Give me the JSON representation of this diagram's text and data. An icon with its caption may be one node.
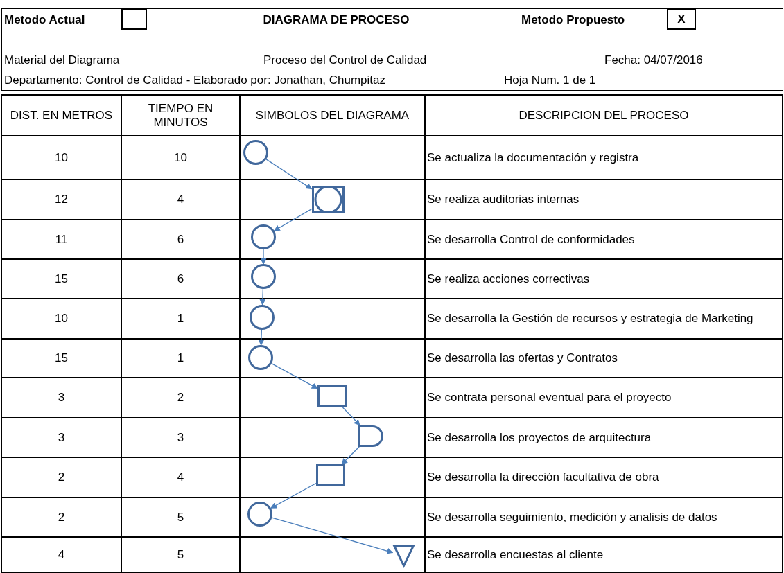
{
  "diagram": {
    "title": "DIAGRAMA DE PROCESO",
    "nodes": [
      {
        "text": [],
        "shape": "circle"
      },
      {
        "text": [],
        "shape": "combined"
      },
      {
        "text": [],
        "shape": "circle"
      },
      {
        "text": [],
        "shape": "circle"
      },
      {
        "text": [],
        "shape": "circle"
      },
      {
        "text": [],
        "shape": "circle"
      },
      {
        "text": [],
        "shape": "box"
      },
      {
        "text": [],
        "shape": "delay"
      },
      {
        "text": [],
        "shape": "box"
      },
      {
        "text": [],
        "shape": "circle"
      },
      {
        "text": [],
        "shape": "triangle"
      }
    ],
    "edges": [
      {
        "from": 0,
        "to": 1,
        "arrow": "to"
      },
      {
        "from": 1,
        "to": 2,
        "arrow": "to"
      },
      {
        "from": 2,
        "to": 3,
        "arrow": "to"
      },
      {
        "from": 3,
        "to": 4,
        "arrow": "to"
      },
      {
        "from": 4,
        "to": 5,
        "arrow": "to"
      },
      {
        "from": 5,
        "to": 6,
        "arrow": "to"
      },
      {
        "from": 6,
        "to": 7,
        "arrow": "to"
      },
      {
        "from": 7,
        "to": 8,
        "arrow": "to"
      },
      {
        "from": 8,
        "to": 9,
        "arrow": "to"
      },
      {
        "from": 9,
        "to": 10,
        "arrow": "to"
      }
    ],
    "labels": [
      "Metodo Actual",
      "Metodo Propuesto",
      "X",
      "Material del Diagrama",
      "Proceso del Control de Calidad",
      "Fecha: 04/07/2016",
      "Departamento: Control de Calidad - Elaborado por: Jonathan, Chumpitaz",
      "Hoja Num. 1 de 1",
      "DIST. EN METROS",
      "TIEMPO EN MINUTOS",
      "SIMBOLOS DEL DIAGRAMA",
      "DESCRIPCION DEL PROCESO",
      "10",
      "10",
      "Se actualiza la documentación y registra",
      "12",
      "4",
      "Se realiza auditorias internas",
      "11",
      "6",
      "Se desarrolla Control de conformidades",
      "15",
      "6",
      "Se realiza acciones correctivas",
      "10",
      "1",
      "Se desarrolla la Gestión de recursos y estrategia de Marketing",
      "15",
      "1",
      "Se desarrolla las ofertas y Contratos",
      "3",
      "2",
      "Se contrata personal eventual para el proyecto",
      "3",
      "3",
      "Se desarrolla los proyectos de arquitectura",
      "2",
      "4",
      "Se desarrolla la dirección facultativa de obra",
      "2",
      "5",
      "Se desarrolla seguimiento, medición y analisis de datos",
      "4",
      "5",
      "Se desarrolla encuestas al cliente"
    ]
  }
}
